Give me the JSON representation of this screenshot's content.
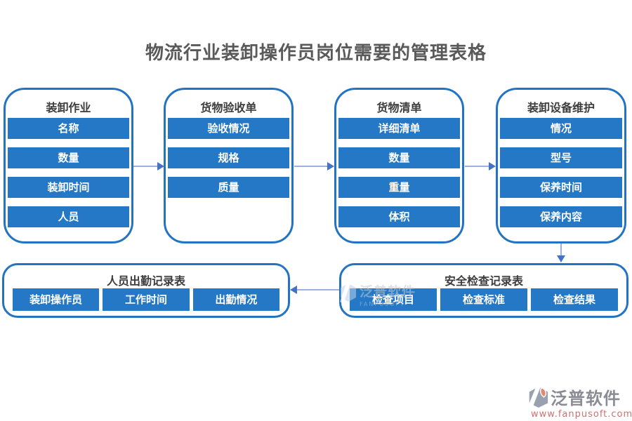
{
  "page": {
    "title": "物流行业装卸操作员岗位需要的管理表格"
  },
  "boxes": {
    "loading_operations": {
      "title": "装卸作业",
      "items": [
        "名称",
        "数量",
        "装卸时间",
        "人员"
      ]
    },
    "goods_acceptance": {
      "title": "货物验收单",
      "items": [
        "验收情况",
        "规格",
        "质量"
      ]
    },
    "goods_list": {
      "title": "货物清单",
      "items": [
        "详细清单",
        "数量",
        "重量",
        "体积"
      ]
    },
    "equipment_maintenance": {
      "title": "装卸设备维护",
      "items": [
        "情况",
        "型号",
        "保养时间",
        "保养内容"
      ]
    },
    "attendance_record": {
      "title": "人员出勤记录表",
      "items": [
        "装卸操作员",
        "工作时间",
        "出勤情况"
      ]
    },
    "safety_inspection": {
      "title": "安全检查记录表",
      "items": [
        "检查项目",
        "检查标准",
        "检查结果"
      ]
    }
  },
  "watermark": {
    "brand": "泛普软件",
    "sub": "FANPUSOFT"
  },
  "logo": {
    "brand": "泛普软件",
    "url": "www.fanpusoft.com"
  },
  "colors": {
    "bar_blue": "#2478c6",
    "border_blue": "#2273c3",
    "arrow_line": "#9db1e0",
    "arrow_head": "#4472c4",
    "title_gray": "#595959",
    "logo_url_red": "#cc7272"
  }
}
